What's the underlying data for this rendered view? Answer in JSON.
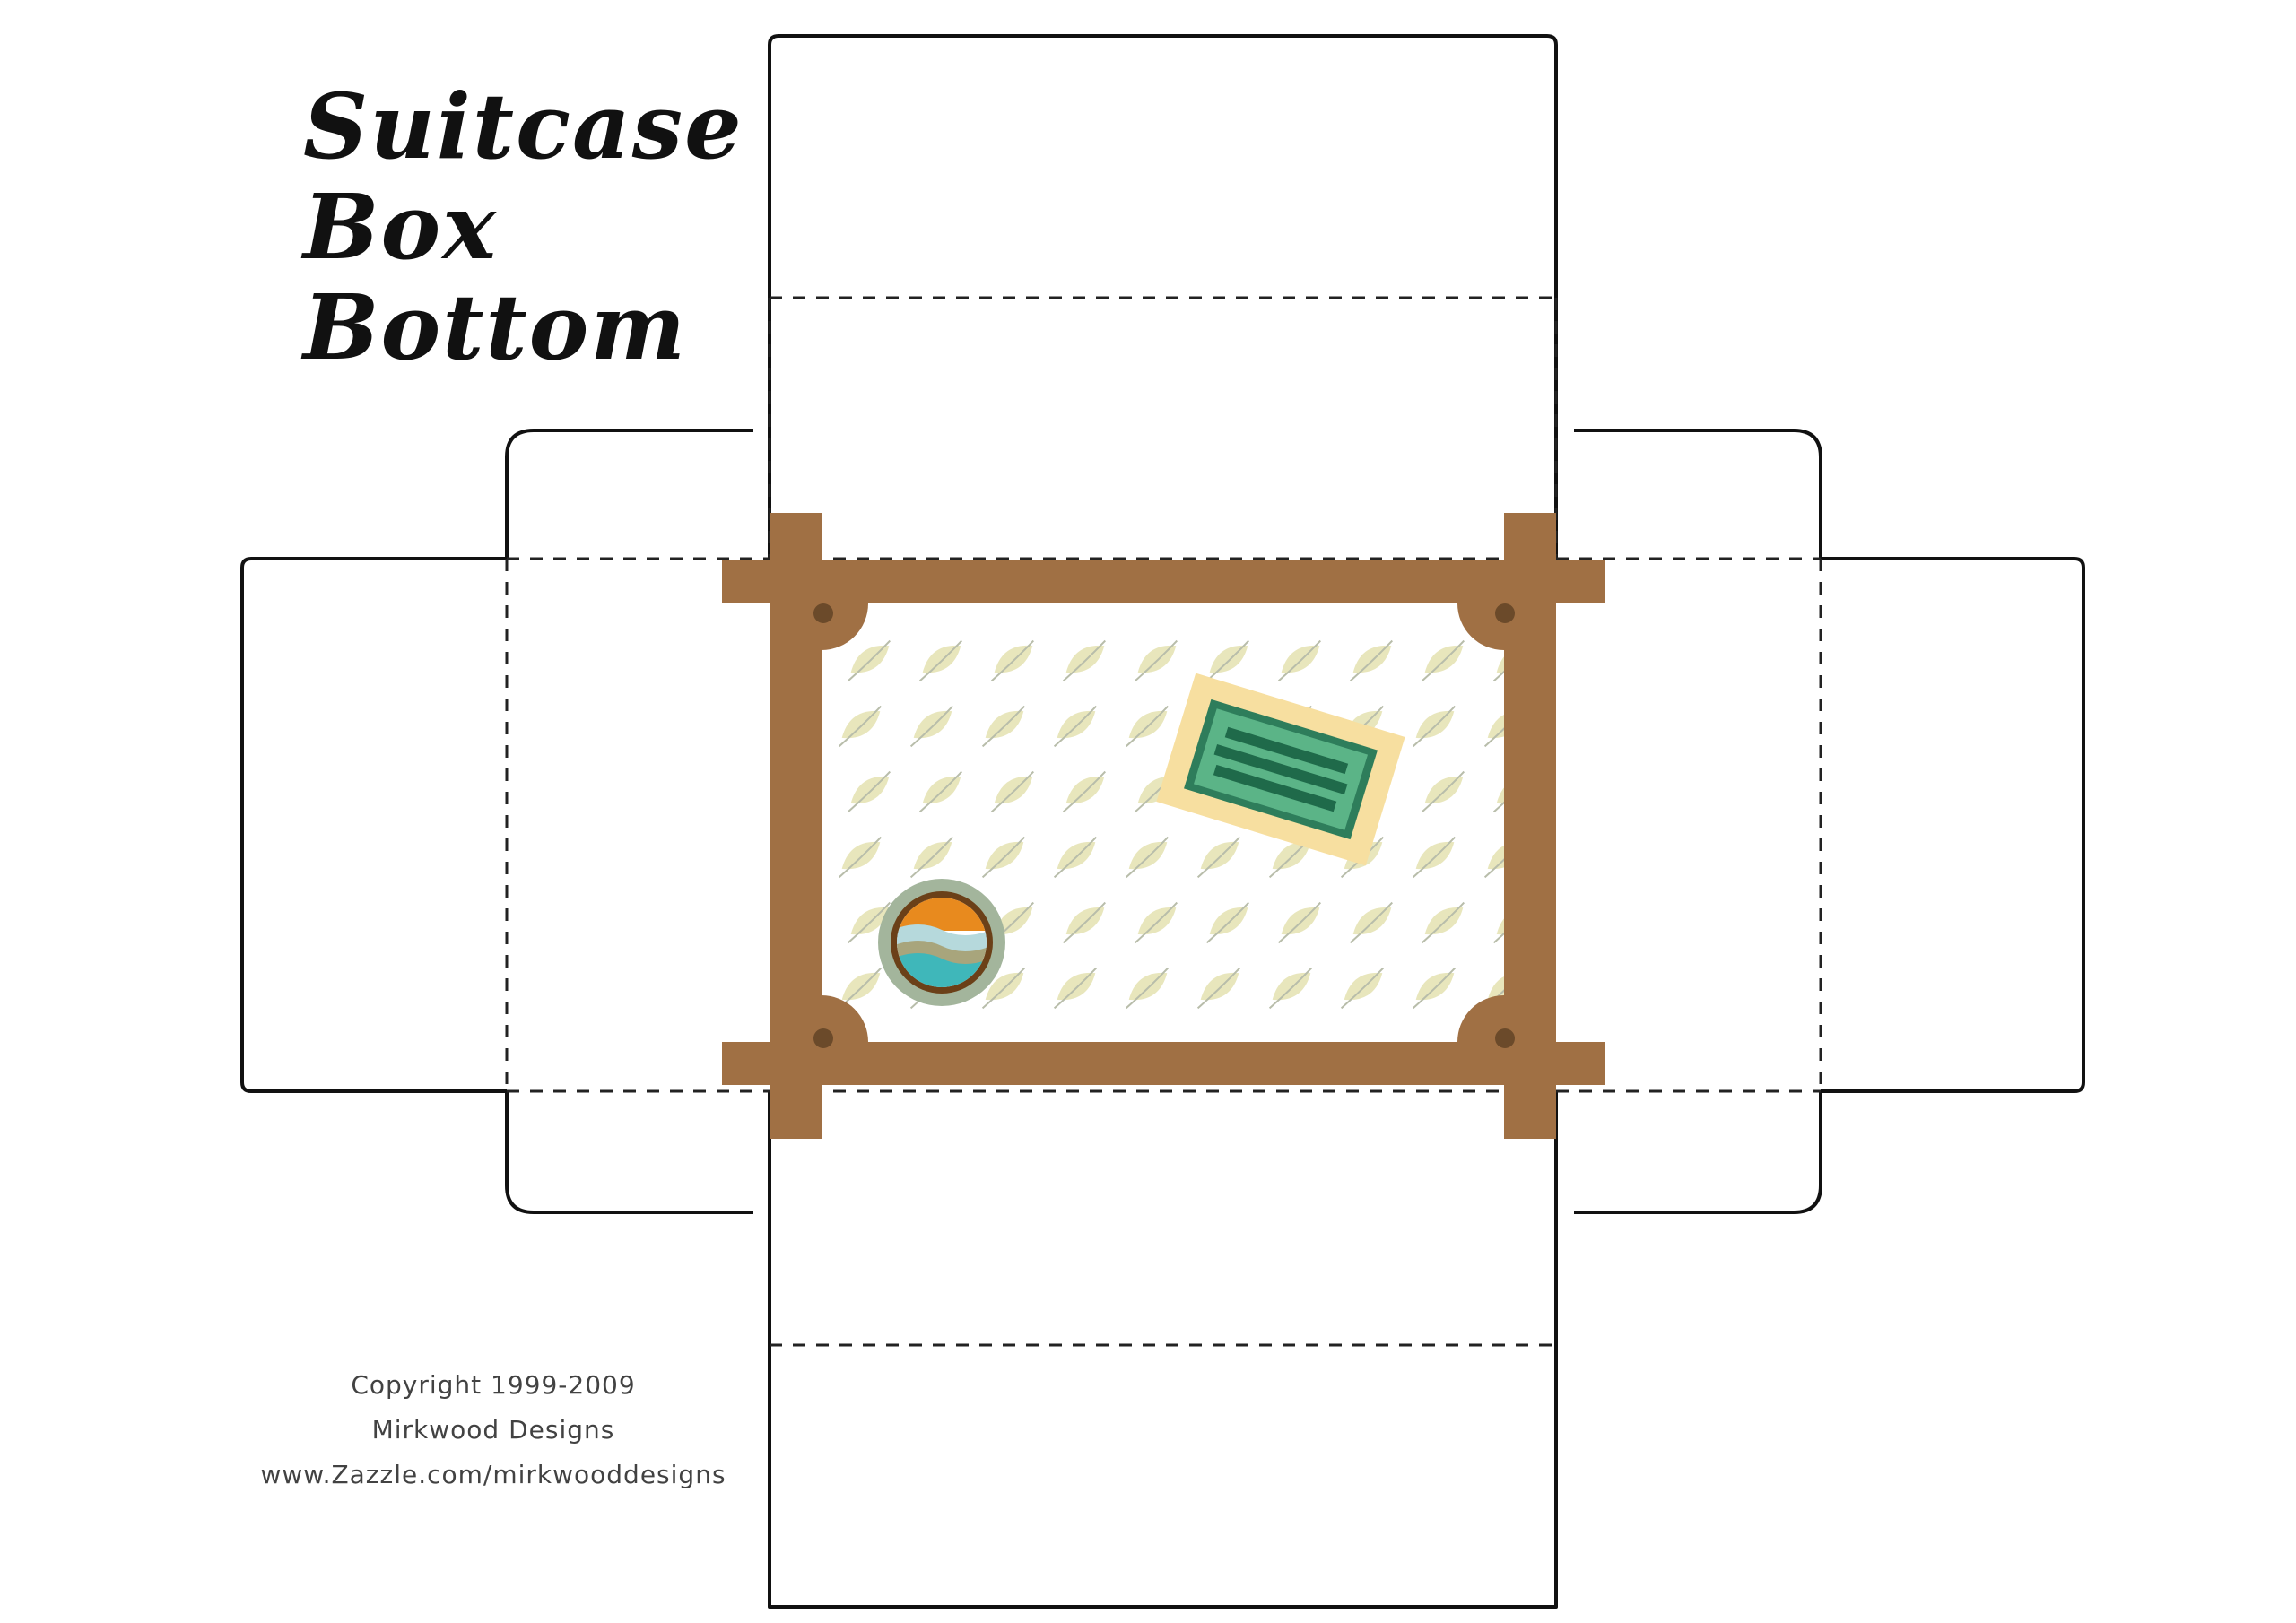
{
  "title": {
    "line1": "Suitcase",
    "line2": "Box",
    "line3": "Bottom"
  },
  "copyright": {
    "line1": "Copyright 1999-2009",
    "line2": "Mirkwood Designs",
    "line3": "www.Zazzle.com/mirkwooddesigns"
  },
  "colors": {
    "outline": "#111111",
    "frame_wood": "#a07044",
    "frame_pin": "#6b4a2a",
    "leaf_fill": "#e8e6bc",
    "leaf_stem": "#b8bdaa",
    "label_border": "#f7dfa0",
    "label_fill": "#5bb487",
    "label_bar": "#1f6a4a",
    "badge_ring": "#a3b59c",
    "badge_rim": "#6b4018",
    "badge_orange": "#e88a1e",
    "badge_teal": "#3fb7ba",
    "badge_sand": "#a8a57c"
  },
  "icons": [
    "luggage-label-icon",
    "travel-badge-icon",
    "leaf-pattern-icon"
  ]
}
